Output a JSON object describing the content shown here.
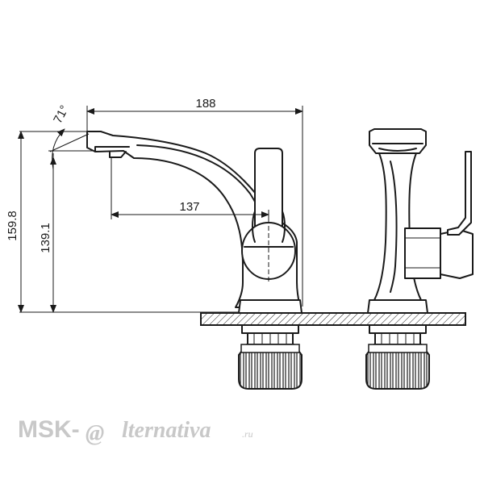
{
  "dimensions": {
    "spout_reach": "188",
    "spout_to_handle": "137",
    "total_height": "159.8",
    "spout_height": "139.1",
    "spout_angle": "71°"
  },
  "watermark": {
    "prefix": "MSK-",
    "symbol": "@",
    "brand": "lternativa",
    "suffix": ".ru"
  }
}
